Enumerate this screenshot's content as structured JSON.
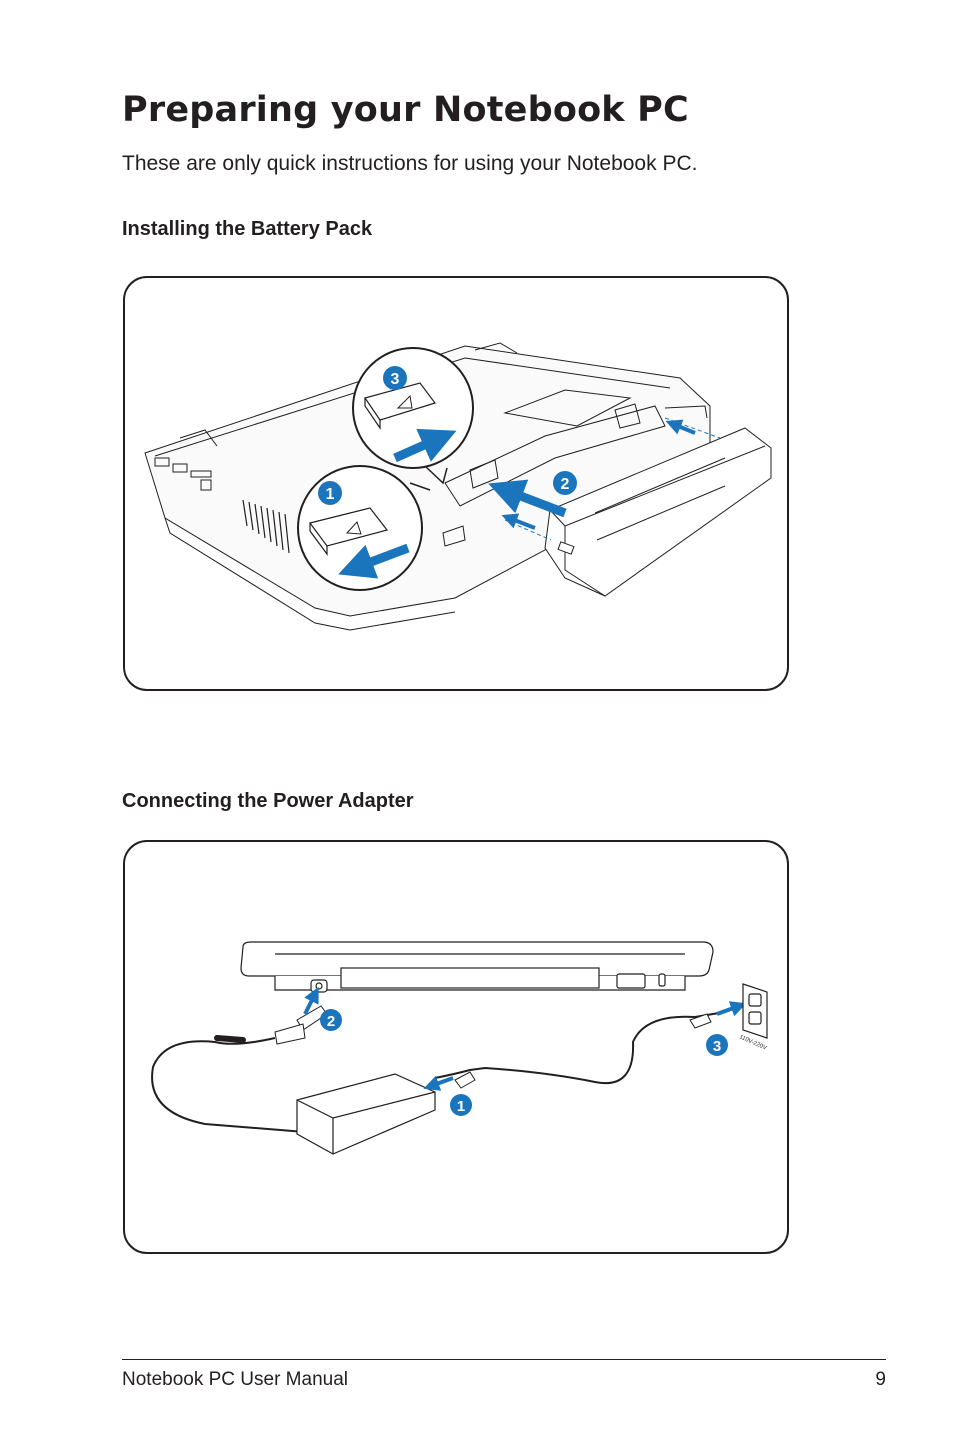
{
  "page": {
    "title": "Preparing your Notebook PC",
    "intro": "These are only quick instructions for using your Notebook PC."
  },
  "battery_section": {
    "heading": "Installing the Battery Pack",
    "step_labels": [
      "1",
      "2",
      "3"
    ]
  },
  "power_section": {
    "heading": "Connecting the Power Adapter",
    "step_labels": [
      "1",
      "2",
      "3"
    ],
    "outlet_voltage": "110V-220V"
  },
  "footer": {
    "left": "Notebook PC User Manual",
    "page_number": "9"
  },
  "colors": {
    "text": "#231f20",
    "line_art": "#231f20",
    "arrow_blue": "#1b75bc"
  }
}
